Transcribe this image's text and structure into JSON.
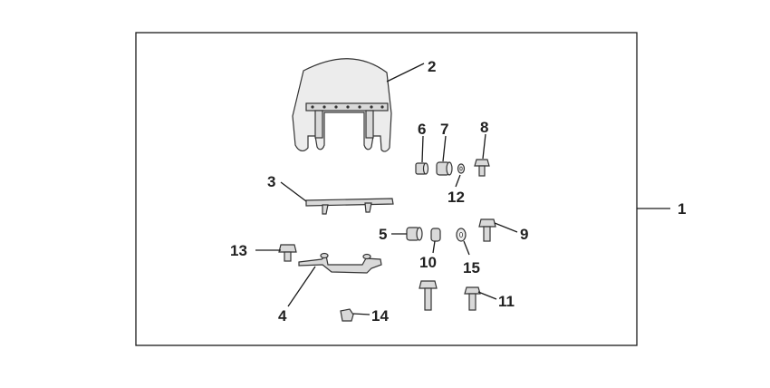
{
  "callouts": {
    "c1": "1",
    "c2": "2",
    "c3": "3",
    "c4": "4",
    "c5": "5",
    "c6": "6",
    "c7": "7",
    "c8": "8",
    "c9": "9",
    "c10": "10",
    "c11": "11",
    "c12": "12",
    "c13": "13",
    "c14": "14",
    "c15": "15"
  },
  "colors": {
    "frame": "#1a1a1a",
    "part_fill": "#d9d9d9",
    "outline": "#333333"
  }
}
